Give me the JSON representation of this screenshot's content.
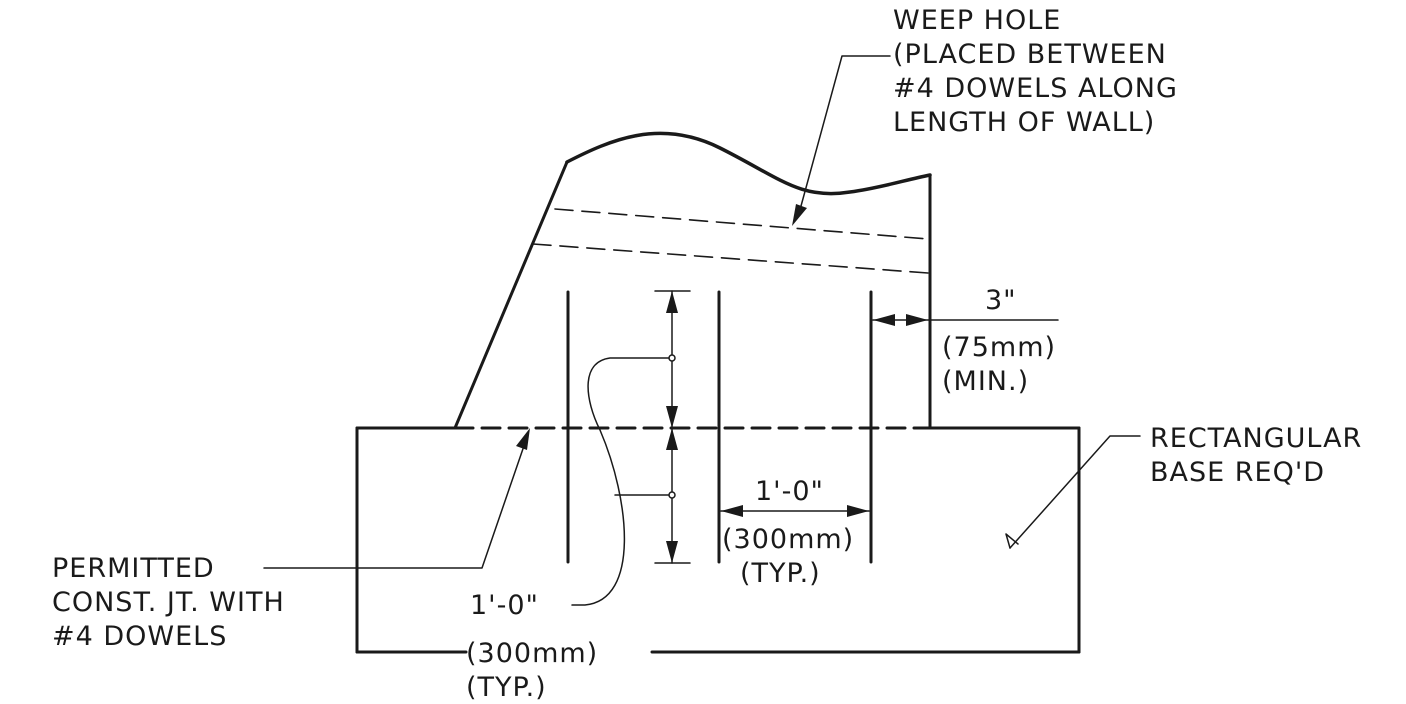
{
  "notes": {
    "weep_hole": [
      "WEEP HOLE",
      "(PLACED BETWEEN",
      "#4 DOWELS ALONG",
      "LENGTH OF WALL)"
    ],
    "rectangular_base": [
      "RECTANGULAR",
      "BASE REQ'D"
    ],
    "permitted_joint": [
      "PERMITTED",
      "CONST. JT. WITH",
      "#4 DOWELS"
    ]
  },
  "dimensions": {
    "cover_min": [
      "3\"",
      "(75mm)",
      "(MIN.)"
    ],
    "dowel_spacing": [
      "1'-0\"",
      "(300mm)",
      "(TYP.)"
    ],
    "dowel_embedment": [
      "1'-0\"",
      "(300mm)",
      "(TYP.)"
    ]
  }
}
